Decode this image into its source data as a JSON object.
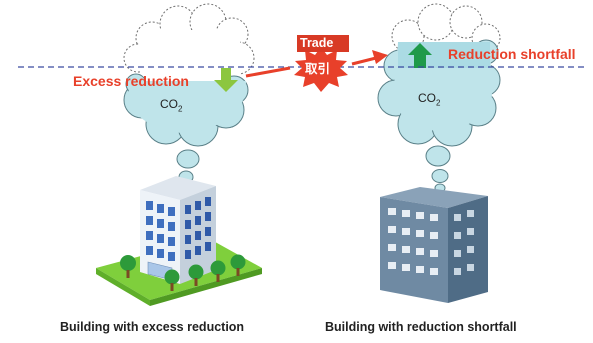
{
  "labels": {
    "trade": "Trade",
    "trade_jp": "取引",
    "excess_reduction": "Excess reduction",
    "reduction_shortfall": "Reduction shortfall",
    "co2_left": "CO",
    "co2_right": "CO",
    "co2_sub": "2"
  },
  "captions": {
    "left": "Building  with  excess reduction",
    "right": "Building  with  reduction  shortfall"
  },
  "colors": {
    "cloud_fill": "#bfe4ea",
    "cloud_outline": "#5a8088",
    "accent_red": "#e8402a",
    "dashed_line": "#3a4aa0",
    "arrow_green_light": "#8cc63f",
    "arrow_green_dark": "#1f9a4a"
  },
  "icons": [
    "cloud-icon",
    "building-icon",
    "tree-icon",
    "down-arrow-icon",
    "up-arrow-icon",
    "starburst-icon"
  ]
}
